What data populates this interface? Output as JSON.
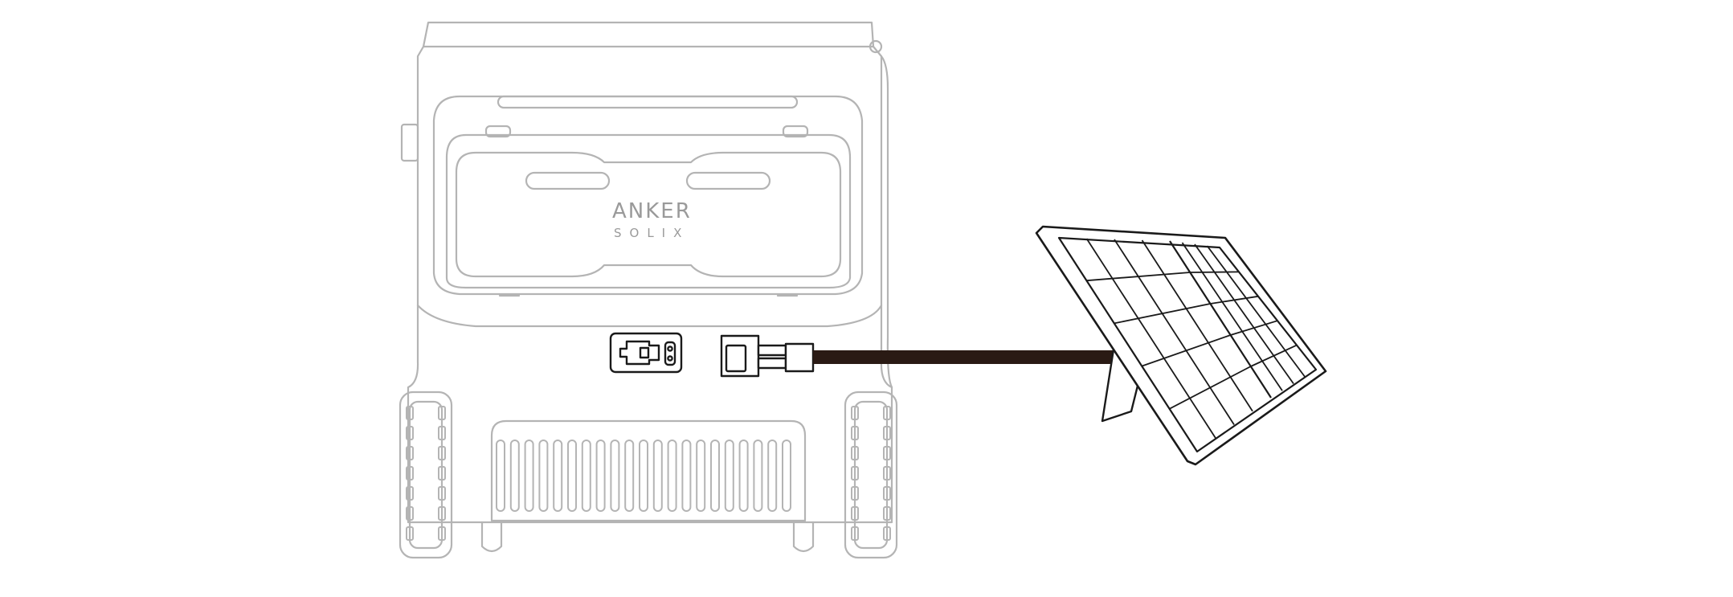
{
  "diagram": {
    "logo": {
      "brand": "ANKER",
      "sub_brand": "SOLIX"
    },
    "colors": {
      "background": "#ffffff",
      "device_outline": "#b4b4b4",
      "panel_outline": "#1a1a1a",
      "cable": "#2a1a14"
    },
    "components": [
      "power-station",
      "input-port",
      "cable-connector",
      "solar-cable",
      "solar-panel"
    ]
  }
}
